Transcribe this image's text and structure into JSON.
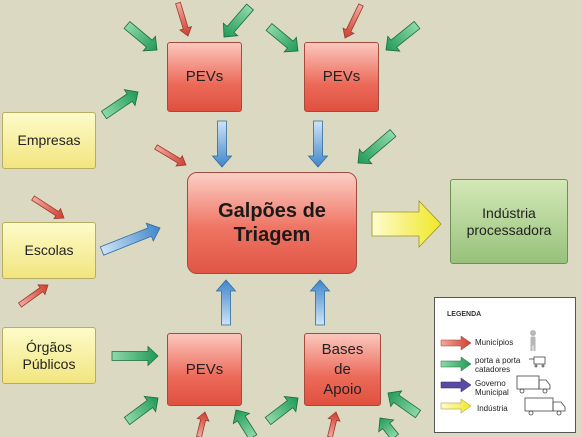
{
  "nodes": {
    "empresas": "Empresas",
    "escolas": "Escolas",
    "orgaos": "Órgãos\nPúblicos",
    "pevs_top_left": "PEVs",
    "pevs_top_right": "PEVs",
    "pevs_bottom": "PEVs",
    "bases": "Bases\nde\nApoio",
    "center": "Galpões de\nTriagem",
    "industria": "Indústria\nprocessadora"
  },
  "legend": {
    "title": "LEGENDA",
    "items": [
      {
        "label": "Municípios",
        "color": "#d9533f",
        "icon": "person-icon"
      },
      {
        "label": "porta a porta\ncatadores",
        "color": "#24a05d",
        "icon": "cart-icon"
      },
      {
        "label": "Governo\nMunicipal",
        "color": "#4d3f92",
        "icon": "truck-icon"
      },
      {
        "label": "Indústria",
        "color": "#f3ef2a",
        "icon": "truck-icon"
      }
    ]
  },
  "colors": {
    "background": "#dcd9c2",
    "municipios_arrow": "#d9533f",
    "catadores_arrow": "#24a05d",
    "governo_arrow": "#4d3f92",
    "industria_arrow": "#f3ef2a",
    "flow_arrow": "#4f93cf"
  }
}
